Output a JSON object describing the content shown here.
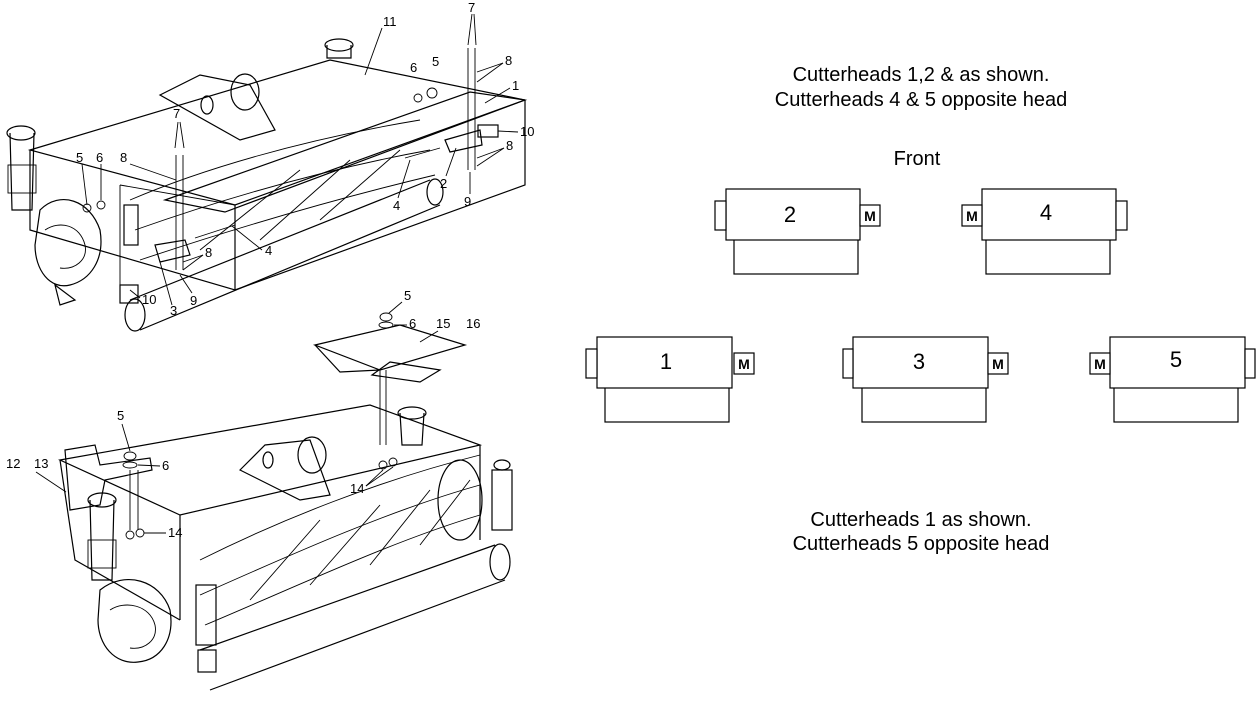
{
  "captions": {
    "top_line1": "Cutterheads 1,2 & as shown.",
    "top_line2": "Cutterheads 4 & 5 opposite head",
    "front": "Front",
    "bottom_line1": "Cutterheads 1 as shown.",
    "bottom_line2": "Cutterheads 5 opposite head"
  },
  "cutterheads": [
    {
      "number": "2",
      "motor": "M",
      "motor_side": "right"
    },
    {
      "number": "4",
      "motor": "M",
      "motor_side": "left"
    },
    {
      "number": "1",
      "motor": "M",
      "motor_side": "right"
    },
    {
      "number": "3",
      "motor": "M",
      "motor_side": "right"
    },
    {
      "number": "5",
      "motor": "M",
      "motor_side": "left"
    }
  ],
  "top_assembly_callouts": [
    "11",
    "7",
    "6",
    "5",
    "8",
    "1",
    "10",
    "5",
    "6",
    "8",
    "7",
    "2",
    "8",
    "4",
    "9",
    "4",
    "8",
    "10",
    "3",
    "9"
  ],
  "bottom_assembly_callouts": [
    "5",
    "6",
    "15",
    "16",
    "5",
    "6",
    "12",
    "13",
    "14",
    "14"
  ]
}
